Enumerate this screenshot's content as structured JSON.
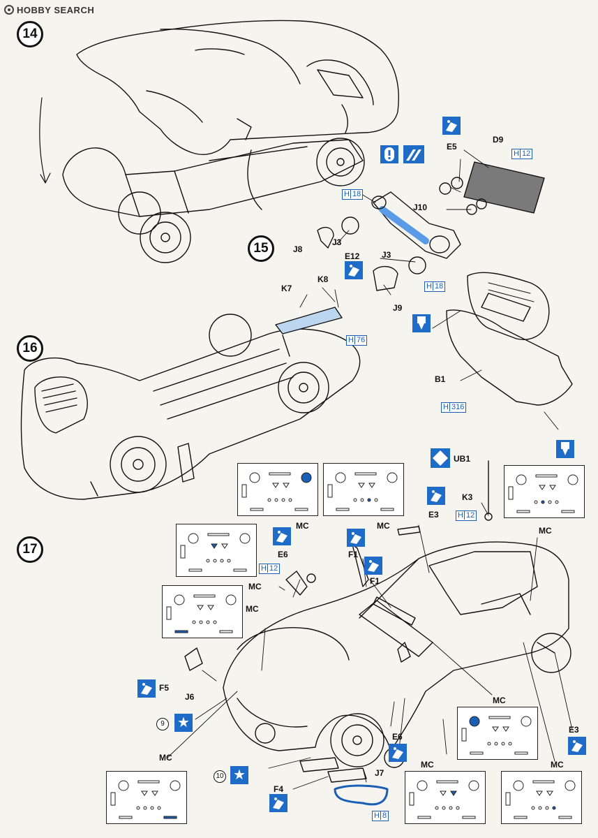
{
  "watermark": {
    "brand": "HOBBY SEARCH"
  },
  "steps": {
    "s14": "14",
    "s15": "15",
    "s16": "16",
    "s17": "17"
  },
  "parts": {
    "D9": "D9",
    "E5": "E5",
    "J10": "J10",
    "H18_a": "H",
    "H18_a_num": "18",
    "J8": "J8",
    "J3_a": "J3",
    "E12": "E12",
    "J3_b": "J3",
    "H18_b": "H",
    "H18_b_num": "18",
    "J9": "J9",
    "H12_a": "H",
    "H12_a_num": "12",
    "K7": "K7",
    "K8": "K8",
    "H76": "H",
    "H76_num": "76",
    "B1": "B1",
    "H316": "H",
    "H316_num": "316",
    "UB1": "UB1",
    "K3": "K3",
    "H12_b": "H",
    "H12_b_num": "12",
    "E3_a": "E3",
    "MC_a": "MC",
    "MC_b": "MC",
    "MC_c": "MC",
    "MC_d": "MC",
    "MC_e": "MC",
    "MC_f": "MC",
    "MC_g": "MC",
    "MC_h": "MC",
    "MC_i": "MC",
    "E6_a": "E6",
    "H12_c": "H",
    "H12_c_num": "12",
    "F1_a": "F1",
    "F1_b": "F1",
    "F5": "F5",
    "J6": "J6",
    "E6_b": "E6",
    "E3_b": "E3",
    "F4": "F4",
    "J7": "J7",
    "H8": "H",
    "H8_num": "8"
  },
  "markers": {
    "nine": "9",
    "ten": "10"
  },
  "colors": {
    "instruction_blue": "#1f6cc8",
    "decal_blue": "#1a5fb5",
    "line": "#111111"
  }
}
